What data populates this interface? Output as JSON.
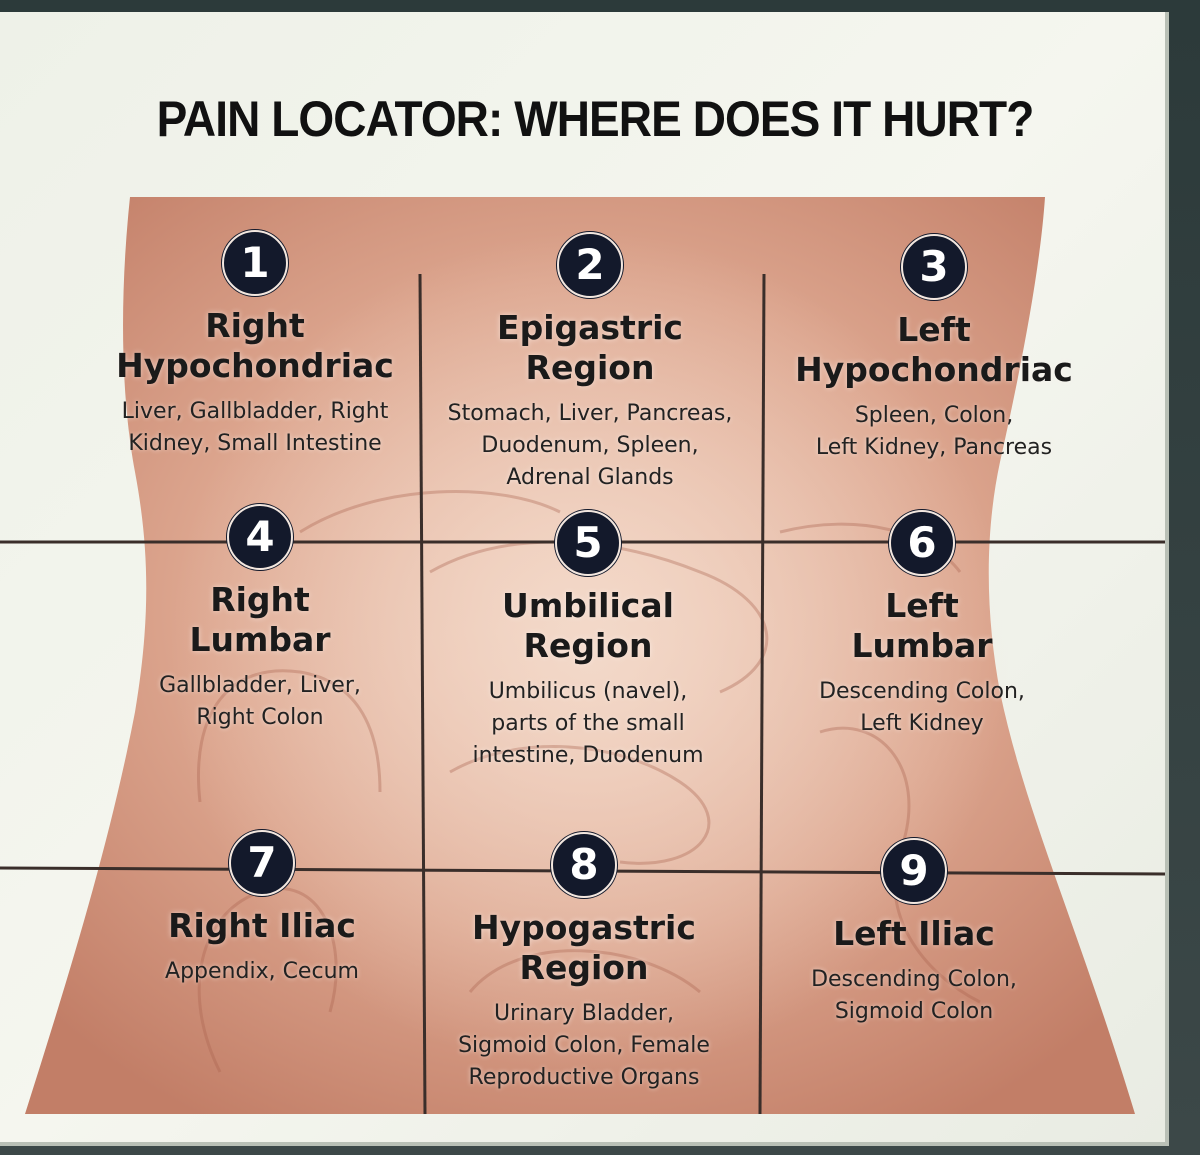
{
  "title": "PAIN LOCATOR: WHERE DOES IT HURT?",
  "colors": {
    "badge": "#13192b",
    "grid_line": "#3a2e2a",
    "skin": "#d59d86"
  },
  "regions": [
    {
      "number": "1",
      "name": "Right\nHypochondriac",
      "organs": "Liver, Gallbladder, Right\nKidney, Small Intestine"
    },
    {
      "number": "2",
      "name": "Epigastric\nRegion",
      "organs": "Stomach, Liver, Pancreas,\nDuodenum, Spleen,\nAdrenal Glands"
    },
    {
      "number": "3",
      "name": "Left\nHypochondriac",
      "organs": "Spleen, Colon,\nLeft Kidney, Pancreas"
    },
    {
      "number": "4",
      "name": "Right\nLumbar",
      "organs": "Gallbladder, Liver,\nRight Colon"
    },
    {
      "number": "5",
      "name": "Umbilical\nRegion",
      "organs": "Umbilicus (navel),\nparts of the small\nintestine, Duodenum"
    },
    {
      "number": "6",
      "name": "Left\nLumbar",
      "organs": "Descending Colon,\nLeft Kidney"
    },
    {
      "number": "7",
      "name": "Right Iliac",
      "organs": "Appendix, Cecum"
    },
    {
      "number": "8",
      "name": "Hypogastric\nRegion",
      "organs": "Urinary Bladder,\nSigmoid Colon, Female\nReproductive Organs"
    },
    {
      "number": "9",
      "name": "Left Iliac",
      "organs": "Descending Colon,\nSigmoid Colon"
    }
  ]
}
